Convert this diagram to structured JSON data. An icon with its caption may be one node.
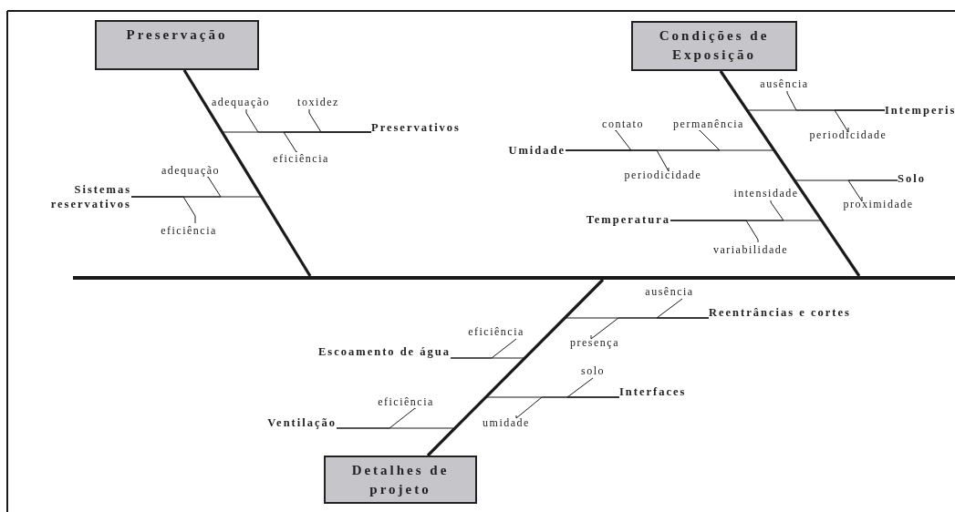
{
  "diagram": {
    "nodes": [
      {
        "text": [
          "Preservação"
        ]
      },
      {
        "text": [
          "Preservativos"
        ]
      },
      {
        "text": [
          "adequação"
        ]
      },
      {
        "text": [
          "toxidez"
        ]
      },
      {
        "text": [
          "eficiência"
        ]
      },
      {
        "text": [
          "Sistemas reservativos"
        ]
      },
      {
        "text": [
          "adequação"
        ]
      },
      {
        "text": [
          "eficiência"
        ]
      },
      {
        "text": [
          "Condições de Exposição"
        ]
      },
      {
        "text": [
          "ausência"
        ]
      },
      {
        "text": [
          "Intemperis"
        ]
      },
      {
        "text": [
          "periodicidade"
        ]
      },
      {
        "text": [
          "contato"
        ]
      },
      {
        "text": [
          "permanência"
        ]
      },
      {
        "text": [
          "Umidade"
        ]
      },
      {
        "text": [
          "periodicidade"
        ]
      },
      {
        "text": [
          "Solo"
        ]
      },
      {
        "text": [
          "proximidade"
        ]
      },
      {
        "text": [
          "intensidade"
        ]
      },
      {
        "text": [
          "Temperatura"
        ]
      },
      {
        "text": [
          "variabilidade"
        ]
      },
      {
        "text": [
          "Detalhes de projeto"
        ]
      },
      {
        "text": [
          "ausência"
        ]
      },
      {
        "text": [
          "Reentrâncias e cortes"
        ]
      },
      {
        "text": [
          "eficiência"
        ]
      },
      {
        "text": [
          "presença"
        ]
      },
      {
        "text": [
          "Escoamento de água"
        ]
      },
      {
        "text": [
          "solo"
        ]
      },
      {
        "text": [
          "Interfaces"
        ]
      },
      {
        "text": [
          "eficiência"
        ]
      },
      {
        "text": [
          "umidade"
        ]
      },
      {
        "text": [
          "Ventilação"
        ]
      },
      {
        "text": [],
        "shape": "bar"
      }
    ],
    "edges": [
      {
        "from": 2,
        "to": 1,
        "arrow": "none"
      },
      {
        "from": 3,
        "to": 1,
        "arrow": "none"
      },
      {
        "from": 4,
        "to": 1,
        "arrow": "none"
      },
      {
        "from": 1,
        "to": 0,
        "arrow": "none"
      },
      {
        "from": 6,
        "to": 5,
        "arrow": "none"
      },
      {
        "from": 7,
        "to": 5,
        "arrow": "none"
      },
      {
        "from": 5,
        "to": 0,
        "arrow": "none"
      },
      {
        "from": 9,
        "to": 10,
        "arrow": "none"
      },
      {
        "from": 11,
        "to": 10,
        "arrow": "none"
      },
      {
        "from": 10,
        "to": 8,
        "arrow": "none"
      },
      {
        "from": 12,
        "to": 14,
        "arrow": "none"
      },
      {
        "from": 13,
        "to": 14,
        "arrow": "none"
      },
      {
        "from": 15,
        "to": 14,
        "arrow": "none"
      },
      {
        "from": 14,
        "to": 8,
        "arrow": "none"
      },
      {
        "from": 17,
        "to": 16,
        "arrow": "none"
      },
      {
        "from": 16,
        "to": 8,
        "arrow": "none"
      },
      {
        "from": 18,
        "to": 19,
        "arrow": "none"
      },
      {
        "from": 20,
        "to": 19,
        "arrow": "none"
      },
      {
        "from": 19,
        "to": 8,
        "arrow": "none"
      },
      {
        "from": 22,
        "to": 23,
        "arrow": "none"
      },
      {
        "from": 25,
        "to": 23,
        "arrow": "none"
      },
      {
        "from": 23,
        "to": 21,
        "arrow": "none"
      },
      {
        "from": 24,
        "to": 26,
        "arrow": "none"
      },
      {
        "from": 26,
        "to": 21,
        "arrow": "none"
      },
      {
        "from": 27,
        "to": 28,
        "arrow": "none"
      },
      {
        "from": 30,
        "to": 28,
        "arrow": "none"
      },
      {
        "from": 28,
        "to": 21,
        "arrow": "none"
      },
      {
        "from": 29,
        "to": 31,
        "arrow": "none"
      },
      {
        "from": 31,
        "to": 21,
        "arrow": "none"
      },
      {
        "from": 0,
        "to": 32,
        "arrow": "none",
        "style": "thick"
      },
      {
        "from": 8,
        "to": 32,
        "arrow": "none",
        "style": "thick"
      },
      {
        "from": 21,
        "to": 32,
        "arrow": "none",
        "style": "thick"
      }
    ]
  }
}
